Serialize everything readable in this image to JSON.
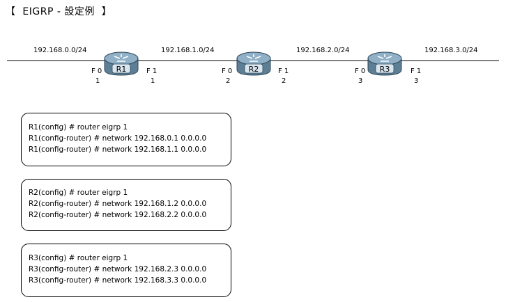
{
  "title": "【  EIGRP - 設定例  】",
  "networks": [
    "192.168.0.0/24",
    "192.168.1.0/24",
    "192.168.2.0/24",
    "192.168.3.0/24"
  ],
  "routers": [
    {
      "name": "R1",
      "f0_label": "F 0",
      "f0_num": "1",
      "f1_label": "F 1",
      "f1_num": "1"
    },
    {
      "name": "R2",
      "f0_label": "F 0",
      "f0_num": "2",
      "f1_label": "F 1",
      "f1_num": "2"
    },
    {
      "name": "R3",
      "f0_label": "F 0",
      "f0_num": "3",
      "f1_label": "F 1",
      "f1_num": "3"
    }
  ],
  "configs": [
    {
      "lines": [
        "R1(config) # router eigrp 1",
        "R1(config-router) # network 192.168.0.1 0.0.0.0",
        "R1(config-router) # network 192.168.1.1 0.0.0.0"
      ]
    },
    {
      "lines": [
        "R2(config) # router eigrp 1",
        "R2(config-router) # network 192.168.1.2 0.0.0.0",
        "R2(config-router) # network 192.168.2.2 0.0.0.0"
      ]
    },
    {
      "lines": [
        "R3(config) # router eigrp 1",
        "R3(config-router) # network 192.168.2.3 0.0.0.0",
        "R3(config-router) # network 192.168.3.3 0.0.0.0"
      ]
    }
  ],
  "colors": {
    "router_body": "#5d7f96",
    "router_top": "#8fb0c6",
    "router_label_bg": "#d9e6ef",
    "line": "#000000"
  }
}
